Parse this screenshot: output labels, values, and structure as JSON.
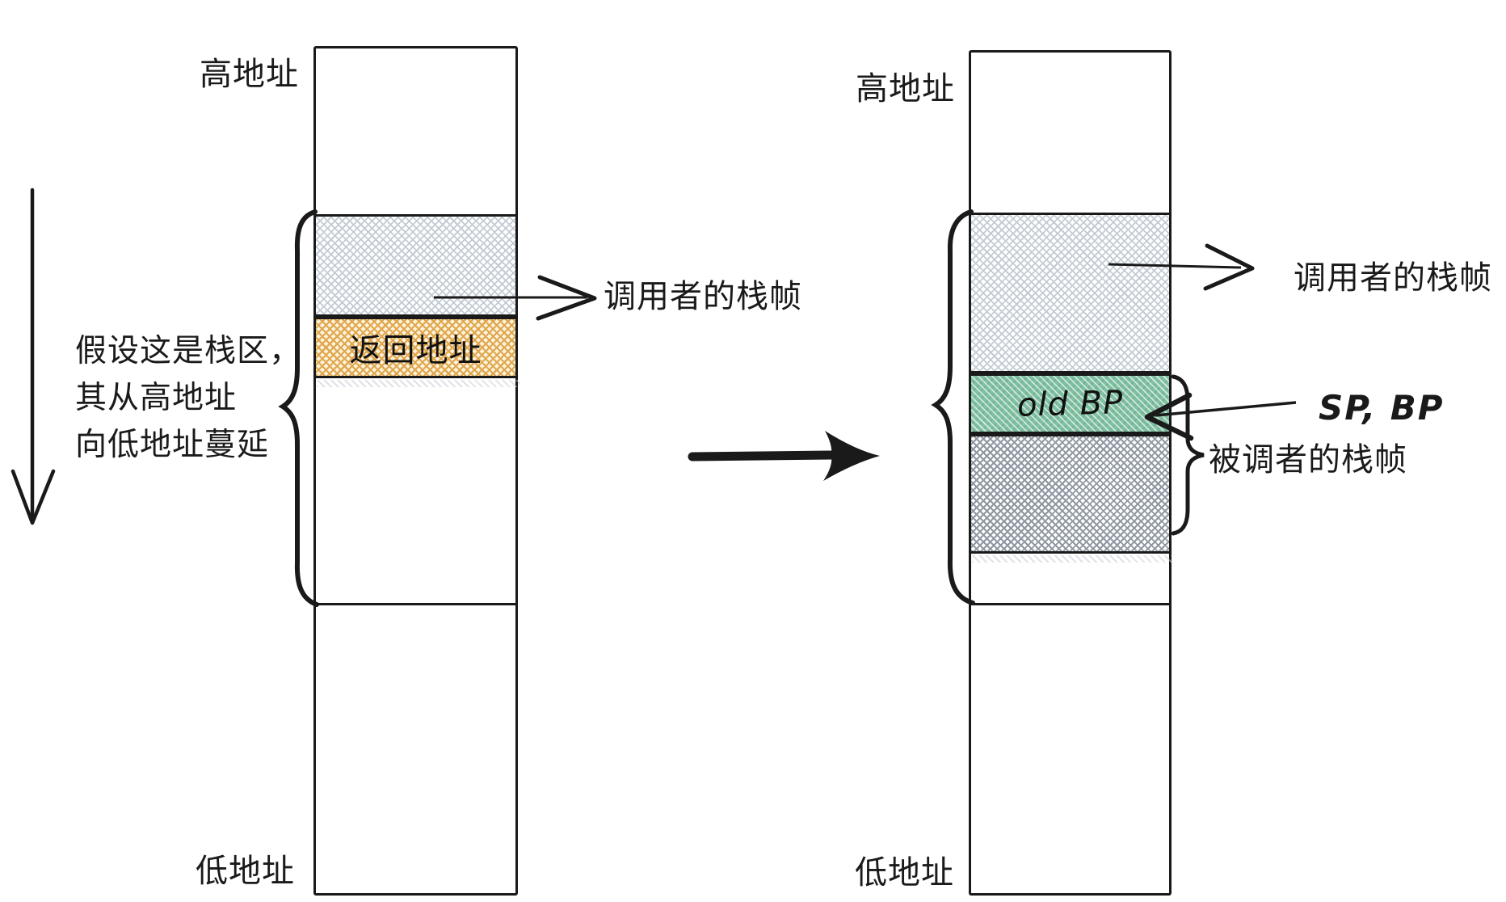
{
  "left_panel": {
    "high_address": "高地址",
    "low_address": "低地址",
    "note_line1": "假设这是栈区，",
    "note_line2": "其从高地址",
    "note_line3": "向低地址蔓延",
    "return_address": "返回地址",
    "caller_frame": "调用者的栈帧"
  },
  "right_panel": {
    "high_address": "高地址",
    "low_address": "低地址",
    "caller_frame": "调用者的栈帧",
    "old_bp": "old BP",
    "sp_bp": "SP, BP",
    "callee_frame": "被调者的栈帧"
  },
  "colors": {
    "ink": "#1a1a1a",
    "caller-hatch": "#c3cbd4",
    "callee-hatch": "#8f98a2",
    "return-hatch": "#e0a74e",
    "oldbp-fill": "#7dc2a0"
  }
}
